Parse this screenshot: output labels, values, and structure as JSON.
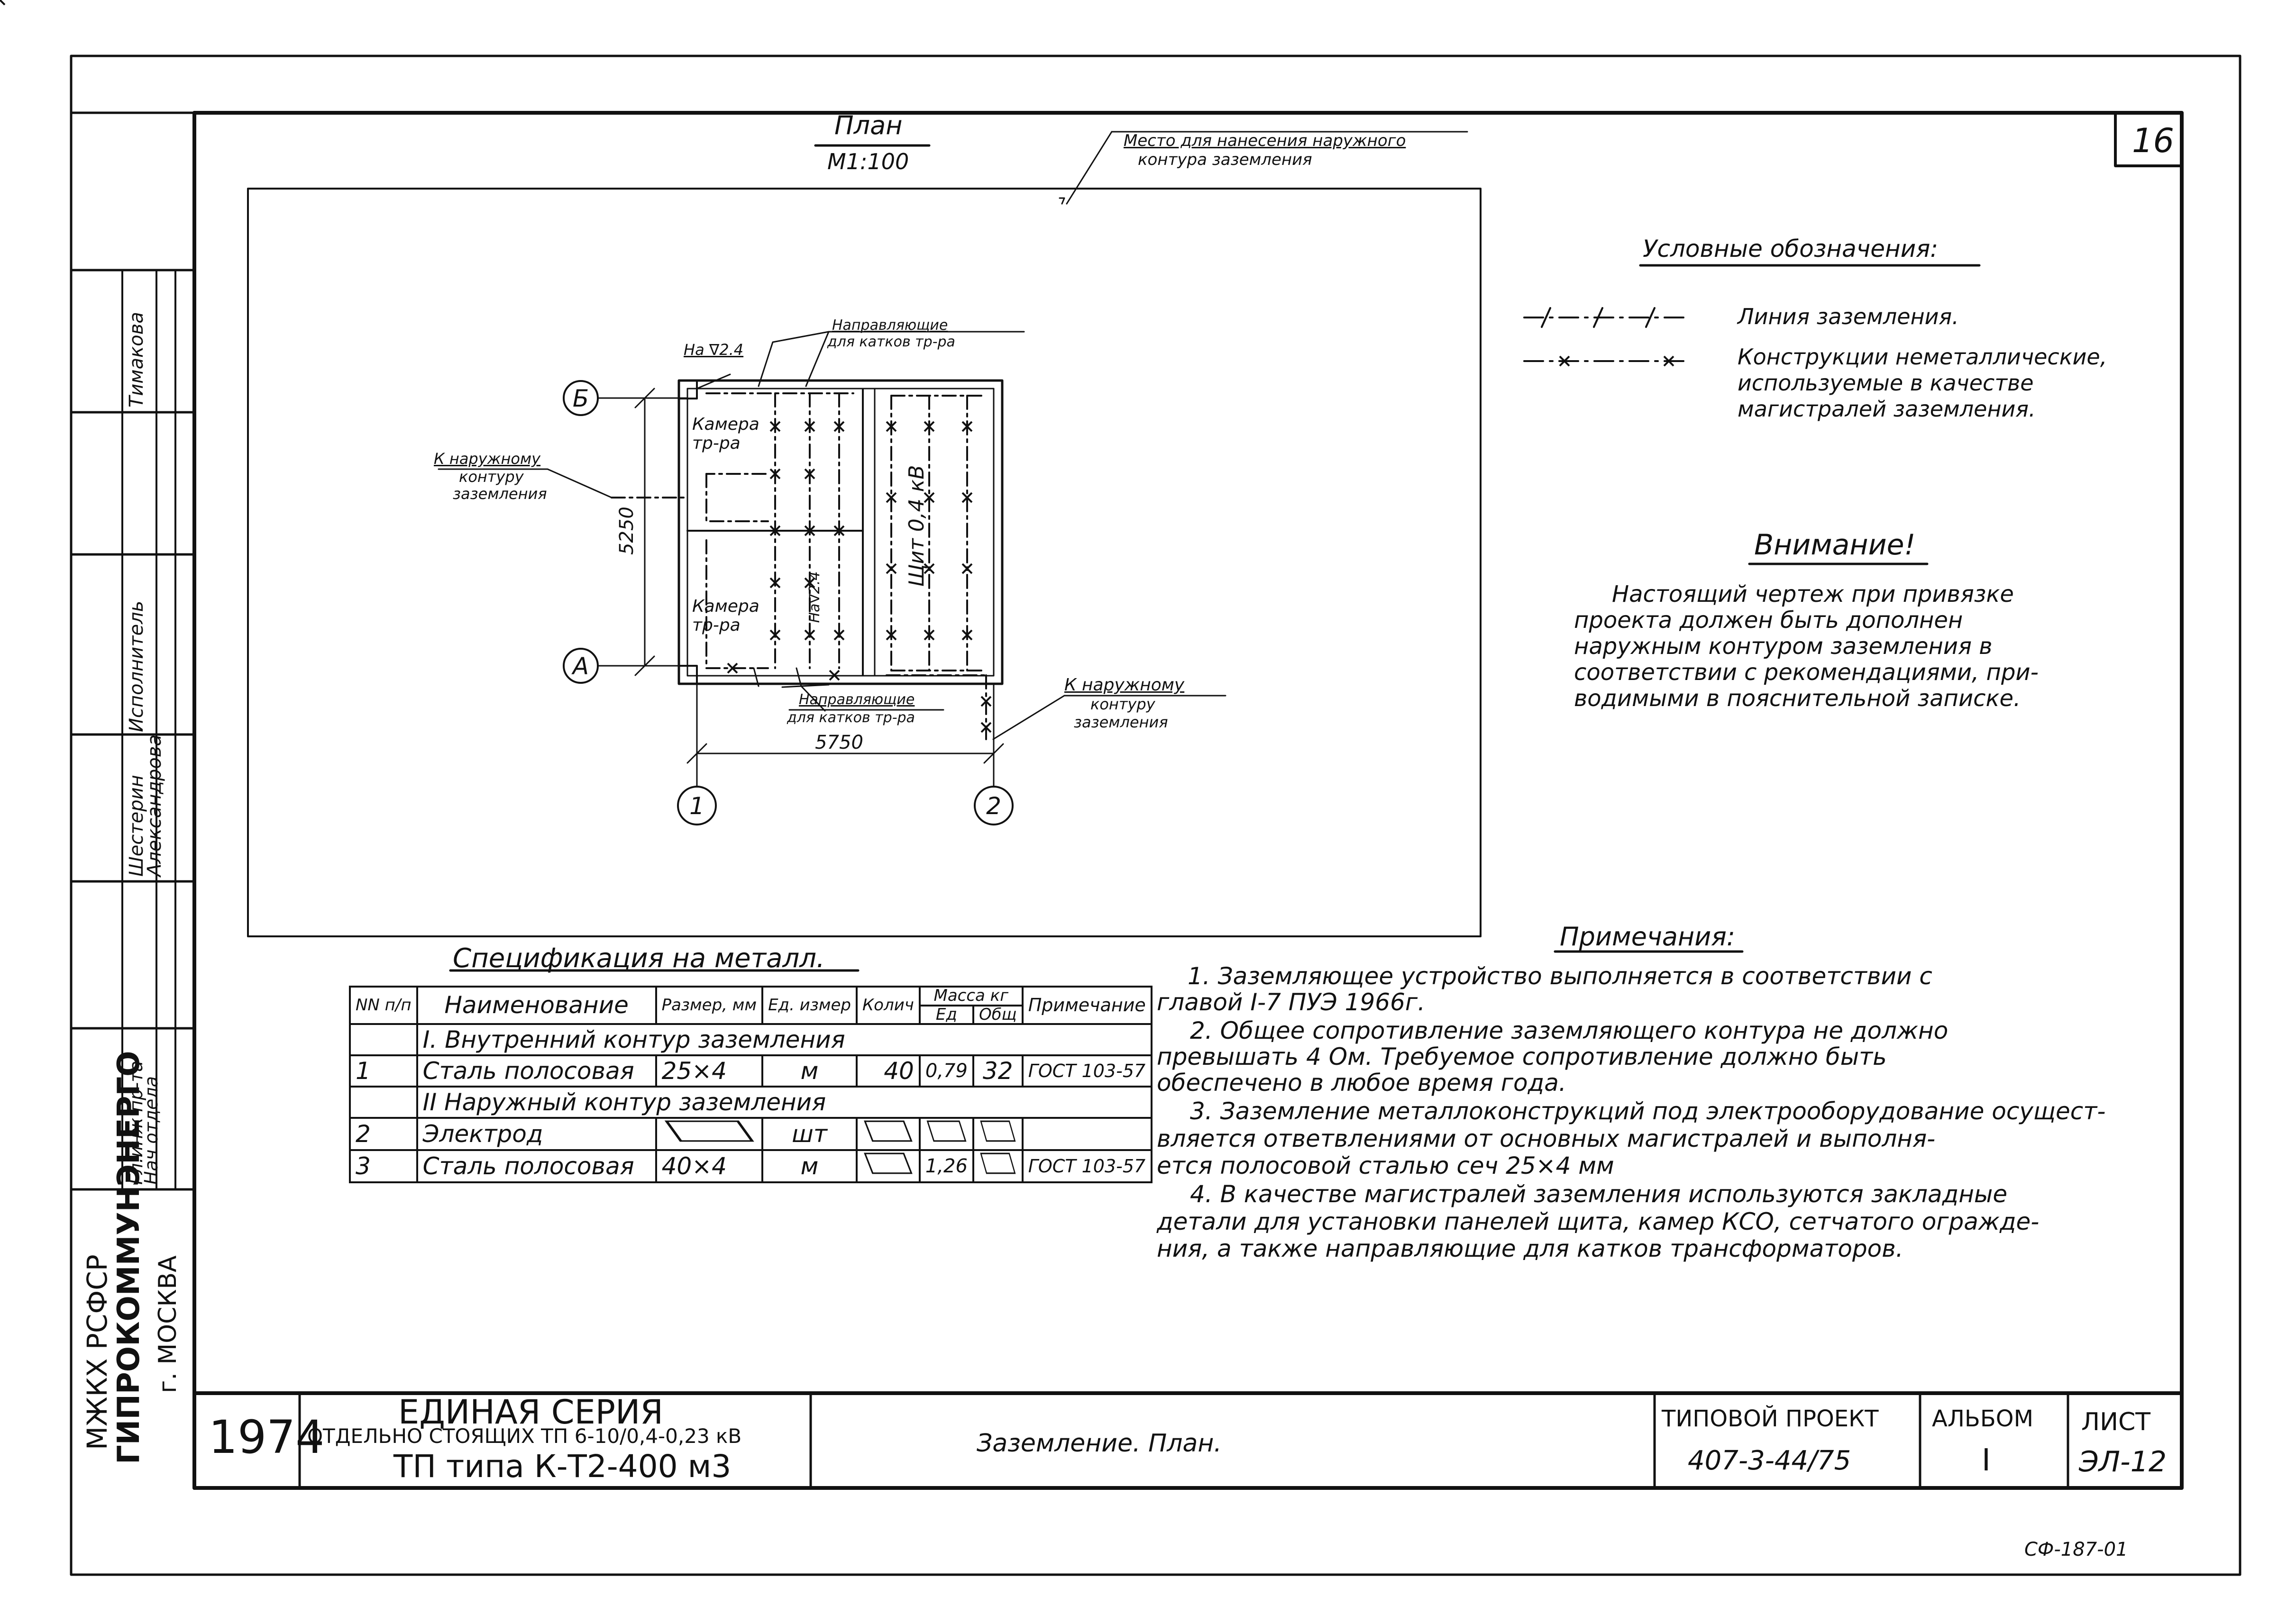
{
  "sheet_number": "16",
  "plan": {
    "title": "План",
    "scale": "М1:100",
    "outer_contour_place": [
      "Место для нанесения наружного",
      "контура заземления"
    ],
    "axes": {
      "row_b": "Б",
      "row_a": "А",
      "col_1": "1",
      "col_2": "2"
    },
    "dimensions": {
      "height": "5250",
      "width": "5750"
    },
    "labels": {
      "level_top": "На ∇2.4",
      "level_mid": "На∇2.4",
      "guides_top": [
        "Направляющие",
        "для катков тр-ра"
      ],
      "guides_bottom": [
        "Направляющие",
        "для катков тр-ра"
      ],
      "to_outer_left": [
        "К наружному",
        "контуру",
        "заземления"
      ],
      "to_outer_right": [
        "К наружному",
        "контуру",
        "заземления"
      ],
      "chamber_top": [
        "Камера",
        "тр-ра"
      ],
      "chamber_bottom": [
        "Камера",
        "тр-ра"
      ],
      "panel": "Щит 0,4 кВ"
    }
  },
  "legend": {
    "title": "Условные обозначения:",
    "items": [
      {
        "text": [
          "Линия заземления."
        ]
      },
      {
        "text": [
          "Конструкции неметаллические,",
          "используемые в качестве",
          "магистралей заземления."
        ]
      }
    ]
  },
  "attention": {
    "title": "Внимание!",
    "lines": [
      "Настоящий чертеж при привязке",
      "проекта должен быть дополнен",
      "наружным контуром заземления в",
      "соответствии с рекомендациями, при-",
      "водимыми в пояснительной записке."
    ]
  },
  "specification": {
    "title": "Спецификация на металл.",
    "headers": {
      "num": "NN п/п",
      "name": "Наименование",
      "size": "Размер, мм",
      "unit": "Ед. измер",
      "qty": "Колич",
      "mass": "Масса кг",
      "mass_unit": "Ед",
      "mass_total": "Общ",
      "note": "Примечание"
    },
    "sections": [
      {
        "title": "I. Внутренний контур заземления",
        "rows": [
          {
            "num": "1",
            "name": "Сталь полосовая",
            "size": "25×4",
            "unit": "м",
            "qty": "40",
            "mass_unit": "0,79",
            "mass_total": "32",
            "note": "ГОСТ 103-57"
          }
        ]
      },
      {
        "title": "II Наружный контур заземления",
        "rows": [
          {
            "num": "2",
            "name": "Электрод",
            "size": "",
            "unit": "шт",
            "qty": "",
            "mass_unit": "",
            "mass_total": "",
            "note": ""
          },
          {
            "num": "3",
            "name": "Сталь полосовая",
            "size": "40×4",
            "unit": "м",
            "qty": "",
            "mass_unit": "1,26",
            "mass_total": "",
            "note": "ГОСТ 103-57"
          }
        ]
      }
    ]
  },
  "notes": {
    "title": "Примечания:",
    "lines": [
      "1. Заземляющее устройство выполняется в соответствии с",
      "главой I-7 ПУЭ 1966г.",
      "2. Общее сопротивление заземляющего контура не должно",
      "превышать 4 Ом. Требуемое сопротивление должно быть",
      "обеспечено в любое время года.",
      "3. Заземление металлоконструкций под электрооборудование осущест-",
      "вляется ответвлениями от основных магистралей и выполня-",
      "ется полосовой сталью сеч 25×4 мм",
      "4. В качестве магистралей заземления используются закладные",
      "детали для установки панелей щита, камер КСО, сетчатого огражде-",
      "ния, а также направляющие для катков трансформаторов."
    ]
  },
  "sidebar": {
    "org": [
      "МЖКХ РСФСР",
      "ГИПРОКОММУНЭНЕРГО",
      "г. МОСКВА"
    ],
    "roles": [
      "Гл.инж пр-та",
      "Нач отдела",
      "Исполнитель"
    ],
    "names": [
      "Шестерин",
      "Александрова",
      "Тимакова"
    ]
  },
  "title_block": {
    "year": "1974",
    "series_title": "ЕДИНАЯ СЕРИЯ",
    "series_subtitle": "ОТДЕЛЬНО СТОЯЩИХ ТП 6-10/0,4-0,23 кВ",
    "tp_type": "ТП типа К-Т2-400 м3",
    "drawing_name": "Заземление. План.",
    "project_label": "ТИПОВОЙ ПРОЕКТ",
    "project_number": "407-3-44/75",
    "album_label": "АЛЬБОМ",
    "album_number": "I",
    "sheet_label": "ЛИСТ",
    "sheet_code": "ЭЛ-12"
  },
  "corner_code": "СФ-187-01"
}
